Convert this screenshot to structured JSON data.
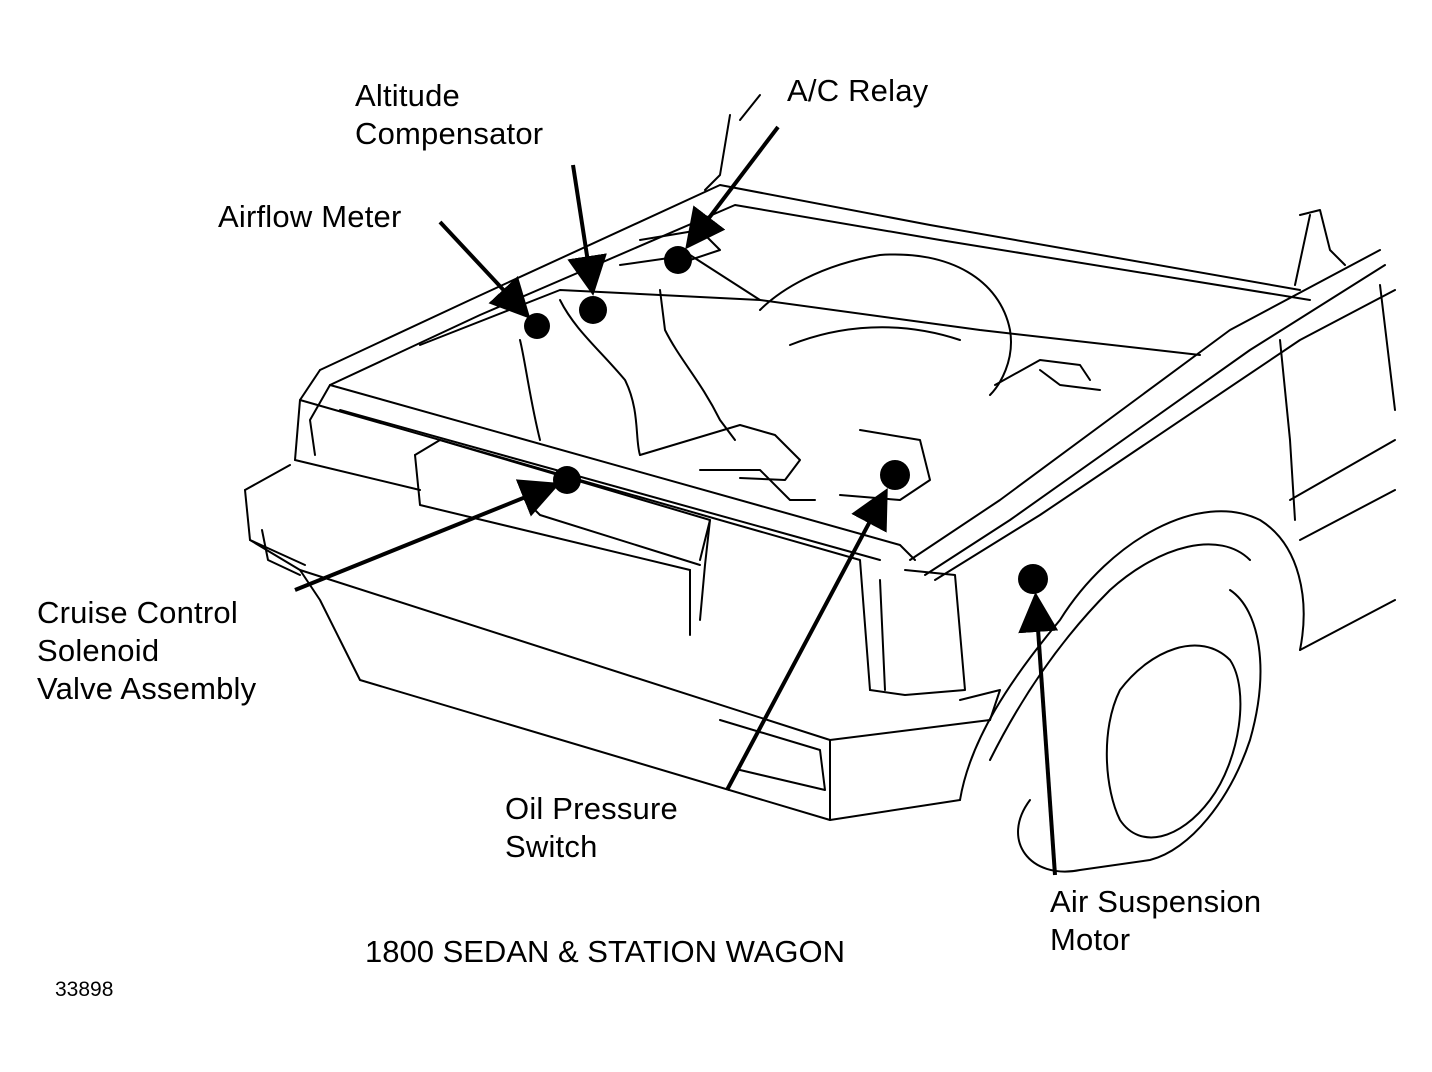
{
  "labels": {
    "altitude_compensator": [
      "Altitude",
      "Compensator"
    ],
    "ac_relay": [
      "A/C Relay"
    ],
    "airflow_meter": [
      "Airflow Meter"
    ],
    "cruise_control": [
      "Cruise Control",
      "Solenoid",
      "Valve Assembly"
    ],
    "oil_pressure": [
      "Oil Pressure",
      "Switch"
    ],
    "air_suspension": [
      "Air Suspension",
      "Motor"
    ]
  },
  "caption": "1800 SEDAN & STATION WAGON",
  "figure_number": "33898",
  "colors": {
    "ink": "#000000",
    "paper": "#ffffff"
  }
}
